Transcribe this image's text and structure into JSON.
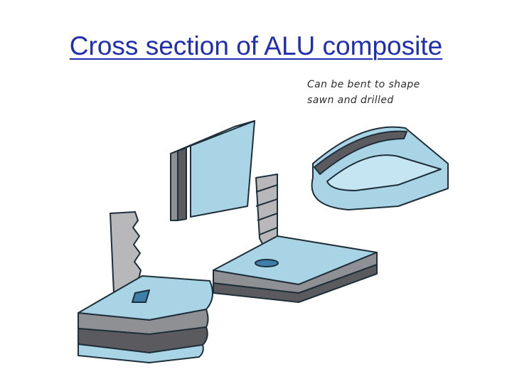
{
  "slide": {
    "title": "Cross section of ALU composite",
    "notes": [
      "Can be bent to shape",
      "sawn and drilled"
    ]
  },
  "illustration": {
    "colors": {
      "surface": "#a9d4e6",
      "surface_light": "#c6e5f2",
      "core_dark": "#5b5b5f",
      "core_mid": "#8f9093",
      "outline": "#1f2f3a",
      "tool_grey": "#b8b8ba"
    }
  }
}
